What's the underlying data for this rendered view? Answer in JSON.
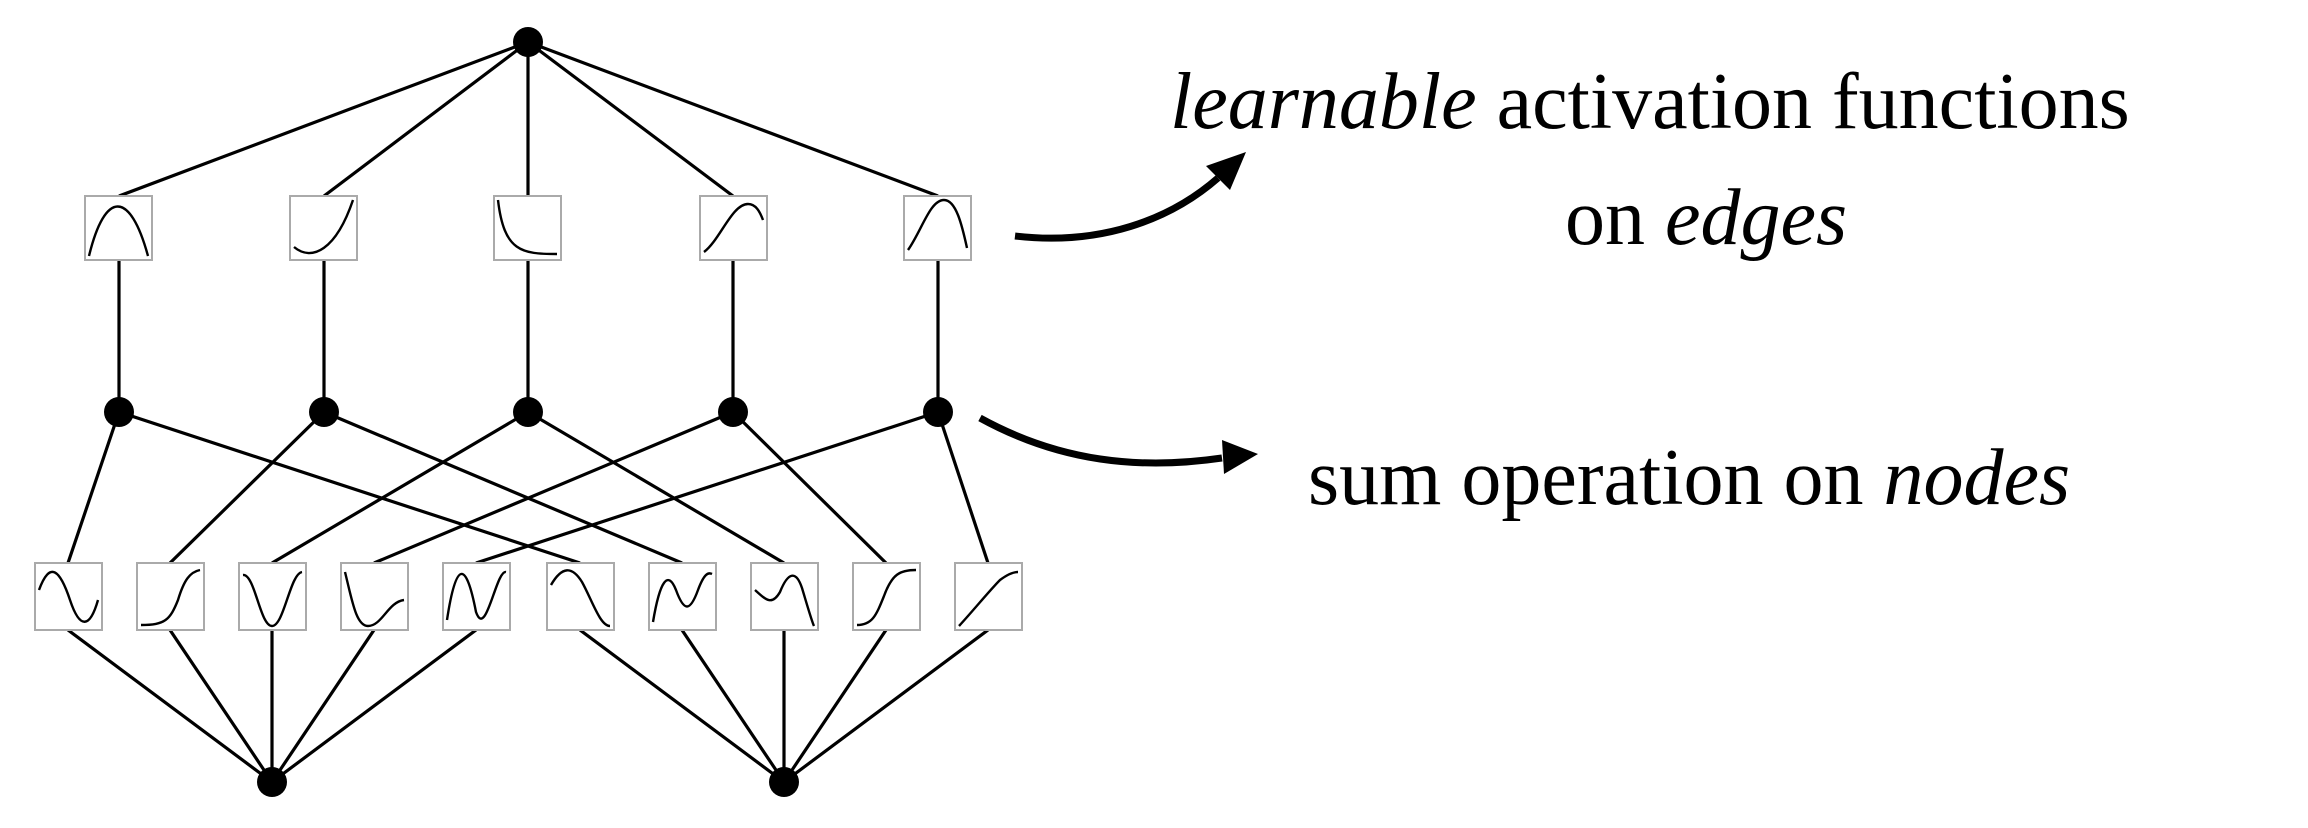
{
  "labels": {
    "edges_line1_italic": "learnable",
    "edges_line1_rest": " activation functions",
    "edges_line2_prefix": "on ",
    "edges_line2_italic": "edges",
    "nodes_prefix": "sum operation on ",
    "nodes_italic": "nodes"
  },
  "network": {
    "output_nodes": 1,
    "hidden_nodes": 5,
    "input_nodes": 2,
    "upper_activations": [
      "bump",
      "sigmoid",
      "decay",
      "sigmoid",
      "bump"
    ],
    "lower_activations": [
      "sine",
      "sigmoid",
      "dip",
      "dip-rise",
      "wave",
      "bump",
      "wave",
      "sine",
      "sigmoid",
      "linear"
    ]
  }
}
